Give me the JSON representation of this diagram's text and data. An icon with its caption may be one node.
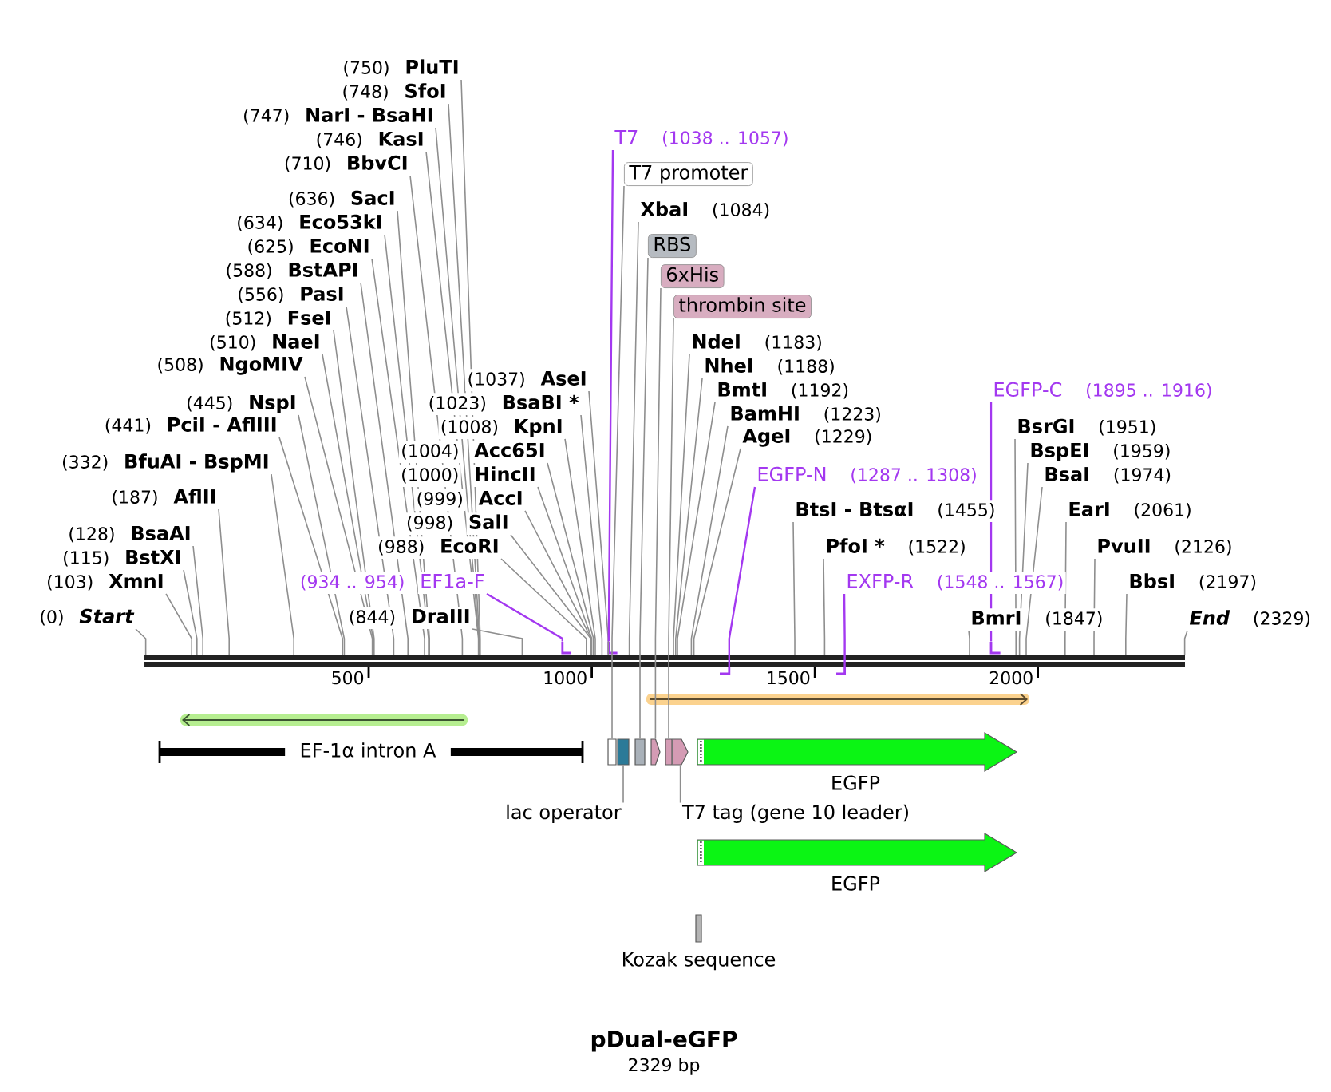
{
  "diagram": {
    "title": "pDual-eGFP",
    "caption": "2329 bp",
    "nodes": [
      {
        "text": [
          "PluTI"
        ],
        "beside": [
          "(750)"
        ]
      },
      {
        "text": [
          "SfoI"
        ],
        "beside": [
          "(748)"
        ]
      },
      {
        "text": [
          "NarI - BsaHI"
        ],
        "beside": [
          "(747)"
        ]
      },
      {
        "text": [
          "KasI"
        ],
        "beside": [
          "(746)"
        ]
      },
      {
        "text": [
          "BbvCI"
        ],
        "beside": [
          "(710)"
        ]
      },
      {
        "text": [
          "SacI"
        ],
        "beside": [
          "(636)"
        ]
      },
      {
        "text": [
          "Eco53kI"
        ],
        "beside": [
          "(634)"
        ]
      },
      {
        "text": [
          "EcoNI"
        ],
        "beside": [
          "(625)"
        ]
      },
      {
        "text": [
          "BstAPI"
        ],
        "beside": [
          "(588)"
        ]
      },
      {
        "text": [
          "PasI"
        ],
        "beside": [
          "(556)"
        ]
      },
      {
        "text": [
          "FseI"
        ],
        "beside": [
          "(512)"
        ]
      },
      {
        "text": [
          "NaeI"
        ],
        "beside": [
          "(510)"
        ]
      },
      {
        "text": [
          "NgoMIV"
        ],
        "beside": [
          "(508)"
        ]
      },
      {
        "text": [
          "NspI"
        ],
        "beside": [
          "(445)"
        ]
      },
      {
        "text": [
          "PciI - AflIII"
        ],
        "beside": [
          "(441)"
        ]
      },
      {
        "text": [
          "BfuAI - BspMI"
        ],
        "beside": [
          "(332)"
        ]
      },
      {
        "text": [
          "AflII"
        ],
        "beside": [
          "(187)"
        ]
      },
      {
        "text": [
          "BsaAI"
        ],
        "beside": [
          "(128)"
        ]
      },
      {
        "text": [
          "BstXI"
        ],
        "beside": [
          "(115)"
        ]
      },
      {
        "text": [
          "XmnI"
        ],
        "beside": [
          "(103)"
        ]
      },
      {
        "text": [
          "Start"
        ],
        "beside": [
          "(0)"
        ]
      },
      {
        "text": [
          "DraIII"
        ],
        "beside": [
          "(844)"
        ]
      },
      {
        "text": [
          "EF1a-F"
        ],
        "beside": [
          "(934 .. 954)"
        ]
      },
      {
        "text": [
          "EcoRI"
        ],
        "beside": [
          "(988)"
        ]
      },
      {
        "text": [
          "SalI"
        ],
        "beside": [
          "(998)"
        ]
      },
      {
        "text": [
          "AccI"
        ],
        "beside": [
          "(999)"
        ]
      },
      {
        "text": [
          "HincII"
        ],
        "beside": [
          "(1000)"
        ]
      },
      {
        "text": [
          "Acc65I"
        ],
        "beside": [
          "(1004)"
        ]
      },
      {
        "text": [
          "KpnI"
        ],
        "beside": [
          "(1008)"
        ]
      },
      {
        "text": [
          "BsaBI *"
        ],
        "beside": [
          "(1023)"
        ]
      },
      {
        "text": [
          "AseI"
        ],
        "beside": [
          "(1037)"
        ]
      },
      {
        "text": [
          "T7"
        ],
        "beside": [
          "(1038 .. 1057)"
        ]
      },
      {
        "text": [
          "T7 promoter"
        ]
      },
      {
        "text": [
          "XbaI"
        ],
        "beside": [
          "(1084)"
        ]
      },
      {
        "text": [
          "RBS"
        ]
      },
      {
        "text": [
          "6xHis"
        ]
      },
      {
        "text": [
          "thrombin site"
        ]
      },
      {
        "text": [
          "NdeI"
        ],
        "beside": [
          "(1183)"
        ]
      },
      {
        "text": [
          "NheI"
        ],
        "beside": [
          "(1188)"
        ]
      },
      {
        "text": [
          "BmtI"
        ],
        "beside": [
          "(1192)"
        ]
      },
      {
        "text": [
          "BamHI"
        ],
        "beside": [
          "(1223)"
        ]
      },
      {
        "text": [
          "AgeI"
        ],
        "beside": [
          "(1229)"
        ]
      },
      {
        "text": [
          "EGFP-C"
        ],
        "beside": [
          "(1895 .. 1916)"
        ]
      },
      {
        "text": [
          "BsrGI"
        ],
        "beside": [
          "(1951)"
        ]
      },
      {
        "text": [
          "BspEI"
        ],
        "beside": [
          "(1959)"
        ]
      },
      {
        "text": [
          "EGFP-N"
        ],
        "beside": [
          "(1287 .. 1308)"
        ]
      },
      {
        "text": [
          "BsaI"
        ],
        "beside": [
          "(1974)"
        ]
      },
      {
        "text": [
          "BtsI - BtsαI"
        ],
        "beside": [
          "(1455)"
        ]
      },
      {
        "text": [
          "EarI"
        ],
        "beside": [
          "(2061)"
        ]
      },
      {
        "text": [
          "PfoI *"
        ],
        "beside": [
          "(1522)"
        ]
      },
      {
        "text": [
          "PvuII"
        ],
        "beside": [
          "(2126)"
        ]
      },
      {
        "text": [
          "EXFP-R"
        ],
        "beside": [
          "(1548 .. 1567)"
        ]
      },
      {
        "text": [
          "BbsI"
        ],
        "beside": [
          "(2197)"
        ]
      },
      {
        "text": [
          "BmrI"
        ],
        "beside": [
          "(1847)"
        ]
      },
      {
        "text": [
          "End"
        ],
        "beside": [
          "(2329)"
        ]
      },
      {
        "text": [],
        "shape": "bar"
      },
      {
        "text": [],
        "shape": "bar"
      },
      {
        "text": [],
        "shape": "bar"
      },
      {
        "text": [],
        "shape": "bar"
      },
      {
        "text": [],
        "shape": "bar"
      },
      {
        "text": [],
        "shape": "bar"
      },
      {
        "text": [],
        "shape": "arrow"
      },
      {
        "text": [],
        "shape": "arrow"
      },
      {
        "text": [
          "EF-1α intron A"
        ]
      },
      {
        "text": [],
        "shape": "box"
      },
      {
        "text": [],
        "shape": "box"
      },
      {
        "text": [],
        "shape": "box"
      },
      {
        "text": [],
        "shape": "arrow"
      },
      {
        "text": [],
        "shape": "box"
      },
      {
        "text": [],
        "shape": "arrow"
      },
      {
        "text": [
          "EGFP"
        ]
      },
      {
        "text": [
          "lac operator"
        ]
      },
      {
        "text": [
          "T7 tag (gene 10 leader)"
        ]
      },
      {
        "text": [
          "EGFP"
        ]
      },
      {
        "text": [
          "Kozak sequence"
        ]
      }
    ],
    "edges": [
      {
        "from": 0,
        "to": 55,
        "arrow": "none"
      },
      {
        "from": 1,
        "to": 55,
        "arrow": "none"
      },
      {
        "from": 2,
        "to": 55,
        "arrow": "none"
      },
      {
        "from": 3,
        "to": 55,
        "arrow": "none"
      },
      {
        "from": 4,
        "to": 55,
        "arrow": "none"
      },
      {
        "from": 5,
        "to": 55,
        "arrow": "none"
      },
      {
        "from": 6,
        "to": 55,
        "arrow": "none"
      },
      {
        "from": 7,
        "to": 55,
        "arrow": "none"
      },
      {
        "from": 8,
        "to": 55,
        "arrow": "none"
      },
      {
        "from": 9,
        "to": 55,
        "arrow": "none"
      },
      {
        "from": 10,
        "to": 55,
        "arrow": "none"
      },
      {
        "from": 11,
        "to": 55,
        "arrow": "none"
      },
      {
        "from": 12,
        "to": 55,
        "arrow": "none"
      },
      {
        "from": 13,
        "to": 55,
        "arrow": "none"
      },
      {
        "from": 14,
        "to": 55,
        "arrow": "none"
      },
      {
        "from": 15,
        "to": 55,
        "arrow": "none"
      },
      {
        "from": 16,
        "to": 55,
        "arrow": "none"
      },
      {
        "from": 17,
        "to": 55,
        "arrow": "none"
      },
      {
        "from": 18,
        "to": 55,
        "arrow": "none"
      },
      {
        "from": 19,
        "to": 55,
        "arrow": "none"
      },
      {
        "from": 20,
        "to": 55,
        "arrow": "none"
      },
      {
        "from": 21,
        "to": 55,
        "arrow": "none"
      },
      {
        "from": 22,
        "to": 56,
        "arrow": "none",
        "color": "#a338f0"
      },
      {
        "from": 23,
        "to": 55,
        "arrow": "none"
      },
      {
        "from": 24,
        "to": 55,
        "arrow": "none"
      },
      {
        "from": 25,
        "to": 55,
        "arrow": "none"
      },
      {
        "from": 26,
        "to": 55,
        "arrow": "none"
      },
      {
        "from": 27,
        "to": 55,
        "arrow": "none"
      },
      {
        "from": 28,
        "to": 55,
        "arrow": "none"
      },
      {
        "from": 29,
        "to": 55,
        "arrow": "none"
      },
      {
        "from": 30,
        "to": 55,
        "arrow": "none"
      },
      {
        "from": 31,
        "to": 57,
        "arrow": "none",
        "color": "#a338f0"
      },
      {
        "from": 32,
        "to": 64,
        "arrow": "none"
      },
      {
        "from": 33,
        "to": 55,
        "arrow": "none"
      },
      {
        "from": 34,
        "to": 66,
        "arrow": "none"
      },
      {
        "from": 35,
        "to": 67,
        "arrow": "none"
      },
      {
        "from": 36,
        "to": 68,
        "arrow": "none"
      },
      {
        "from": 37,
        "to": 55,
        "arrow": "none"
      },
      {
        "from": 38,
        "to": 55,
        "arrow": "none"
      },
      {
        "from": 39,
        "to": 55,
        "arrow": "none"
      },
      {
        "from": 40,
        "to": 55,
        "arrow": "none"
      },
      {
        "from": 41,
        "to": 55,
        "arrow": "none"
      },
      {
        "from": 42,
        "to": 60,
        "arrow": "none",
        "color": "#a338f0"
      },
      {
        "from": 43,
        "to": 55,
        "arrow": "none"
      },
      {
        "from": 44,
        "to": 55,
        "arrow": "none"
      },
      {
        "from": 45,
        "to": 58,
        "arrow": "none",
        "color": "#a338f0"
      },
      {
        "from": 46,
        "to": 55,
        "arrow": "none"
      },
      {
        "from": 47,
        "to": 55,
        "arrow": "none"
      },
      {
        "from": 48,
        "to": 55,
        "arrow": "none"
      },
      {
        "from": 49,
        "to": 55,
        "arrow": "none"
      },
      {
        "from": 50,
        "to": 55,
        "arrow": "none"
      },
      {
        "from": 51,
        "to": 59,
        "arrow": "none",
        "color": "#a338f0"
      },
      {
        "from": 52,
        "to": 55,
        "arrow": "none"
      },
      {
        "from": 53,
        "to": 55,
        "arrow": "none"
      },
      {
        "from": 54,
        "to": 55,
        "arrow": "none"
      },
      {
        "from": 71,
        "to": 65,
        "arrow": "none"
      },
      {
        "from": 72,
        "to": 69,
        "arrow": "none"
      }
    ],
    "labels": [
      "500",
      "1000",
      "1500",
      "2000"
    ]
  }
}
